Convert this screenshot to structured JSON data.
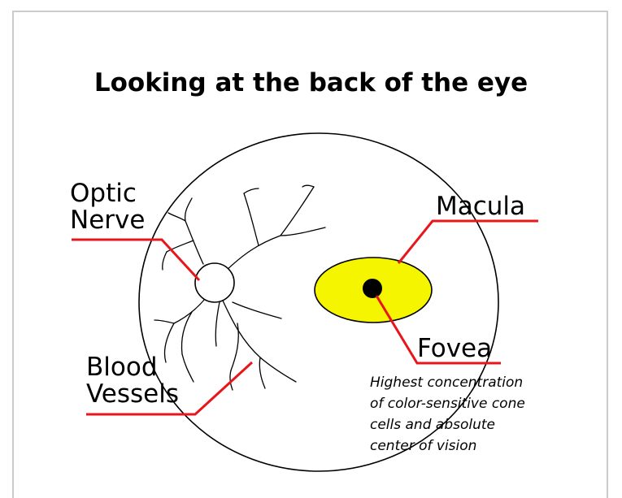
{
  "title": "Looking at the back of the eye",
  "labels": {
    "optic_nerve": [
      "Optic",
      "Nerve"
    ],
    "blood_vessels": [
      "Blood",
      "Vessels"
    ],
    "macula": "Macula",
    "fovea": "Fovea"
  },
  "fovea_note": [
    "Highest concentration",
    "of color-sensitive cone",
    "cells and absolute",
    "center of vision"
  ],
  "colors": {
    "leader_line": "#e8151b",
    "macula_fill": "#f5f500",
    "fovea_fill": "#000000",
    "outline": "#000000",
    "frame_border": "#cccccc"
  }
}
